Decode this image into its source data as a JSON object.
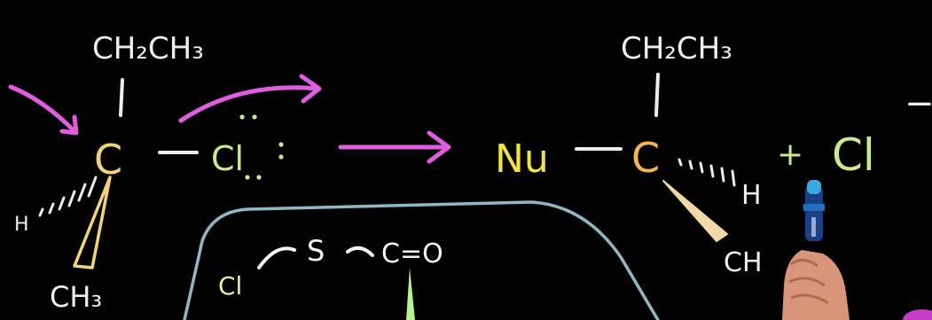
{
  "colors": {
    "background": "#020202",
    "arrow": "#e05ce0",
    "bond": "#eeeeee",
    "reactant_carbon": "#f2d27a",
    "chlorine": "#c8ec8a",
    "nucleophile": "#f2e43a",
    "product_carbon": "#f6b64a",
    "boundary": "#8fb8c4",
    "inset_chlorine": "#e9f29a",
    "inset_chain": "#f4f4f4",
    "inset_mark": "#b7f28a"
  },
  "reactant": {
    "top_group": "CH₂CH₃",
    "carbon": "C",
    "chlorine": "Cl",
    "hashed_group": "H",
    "wedge_group": "CH₃"
  },
  "product": {
    "top_group": "CH₂CH₃",
    "nucleophile": "Nu",
    "carbon": "C",
    "hashed_group": "H",
    "wedge_group": "CH"
  },
  "leaving_group": {
    "plus": "+",
    "ion": "Cl",
    "charge": "−"
  },
  "inset": {
    "chlorine": "Cl",
    "sulfur": "S",
    "carbonyl": "C=O"
  },
  "foreground": {
    "marker_icon": "marker-icon",
    "hand_icon": "hand-icon"
  }
}
